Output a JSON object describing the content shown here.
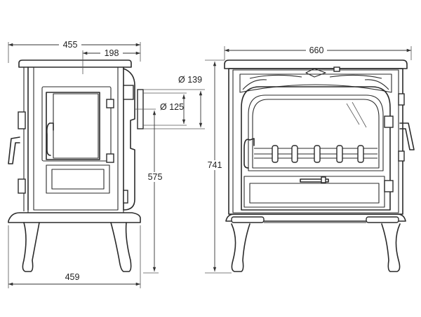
{
  "dimensions": {
    "side_depth_top": "455",
    "side_flue_offset": "198",
    "flue_outer_dia": "Ø 139",
    "flue_inner_dia": "Ø 125",
    "flue_height": "575",
    "total_height": "741",
    "front_width": "660",
    "side_depth_base": "459"
  }
}
